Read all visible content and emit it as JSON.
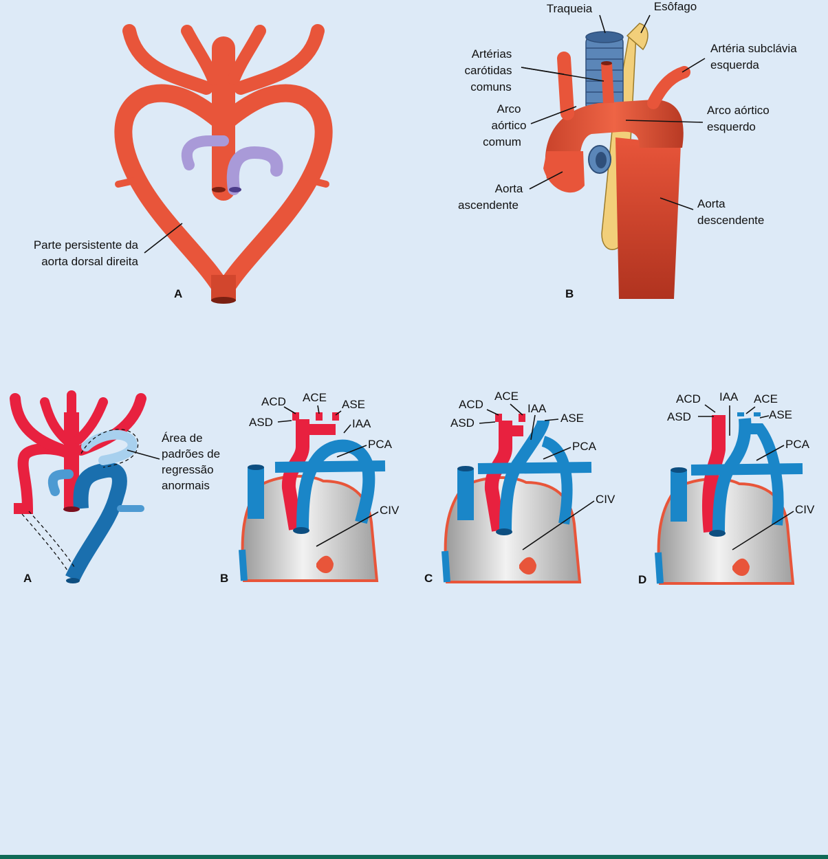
{
  "colors": {
    "background": "#ddeaf7",
    "aorta_orange": "#e8553a",
    "aorta_dark": "#b83a24",
    "pulmonary_purple": "#a99ad8",
    "trachea_blue": "#5b86b8",
    "esophagus_yellow": "#f2cf7a",
    "artery_red": "#e8213f",
    "pulmonary_blue": "#1a86c8",
    "pulmonary_blue_light": "#6fb4e2",
    "heart_gray": "#c9c9c9",
    "bottom_bar": "#0f6a56"
  },
  "fig_top": {
    "a": {
      "letter": "A",
      "label_persistent": [
        "Parte persistente da",
        "aorta dorsal direita"
      ]
    },
    "b": {
      "letter": "B",
      "label_trachea": "Traqueia",
      "label_esophagus": "Esôfago",
      "label_carotids": [
        "Artérias",
        "carótidas",
        "comuns"
      ],
      "label_subclavian": [
        "Artéria subclávia",
        "esquerda"
      ],
      "label_common_arch": [
        "Arco",
        "aórtico",
        "comum"
      ],
      "label_left_arch": [
        "Arco aórtico",
        "esquerdo"
      ],
      "label_ascending": [
        "Aorta",
        "ascendente"
      ],
      "label_descending": [
        "Aorta",
        "descendente"
      ]
    }
  },
  "fig_bottom": {
    "a": {
      "letter": "A",
      "label_area": [
        "Área de",
        "padrões de",
        "regressão",
        "anormais"
      ]
    },
    "b": {
      "letter": "B",
      "acd": "ACD",
      "ace": "ACE",
      "ase": "ASE",
      "asd": "ASD",
      "iaa": "IAA",
      "pca": "PCA",
      "civ": "CIV"
    },
    "c": {
      "letter": "C",
      "acd": "ACD",
      "ace": "ACE",
      "ase": "ASE",
      "asd": "ASD",
      "iaa": "IAA",
      "pca": "PCA",
      "civ": "CIV"
    },
    "d": {
      "letter": "D",
      "acd": "ACD",
      "ace": "ACE",
      "ase": "ASE",
      "asd": "ASD",
      "iaa": "IAA",
      "pca": "PCA",
      "civ": "CIV"
    }
  }
}
